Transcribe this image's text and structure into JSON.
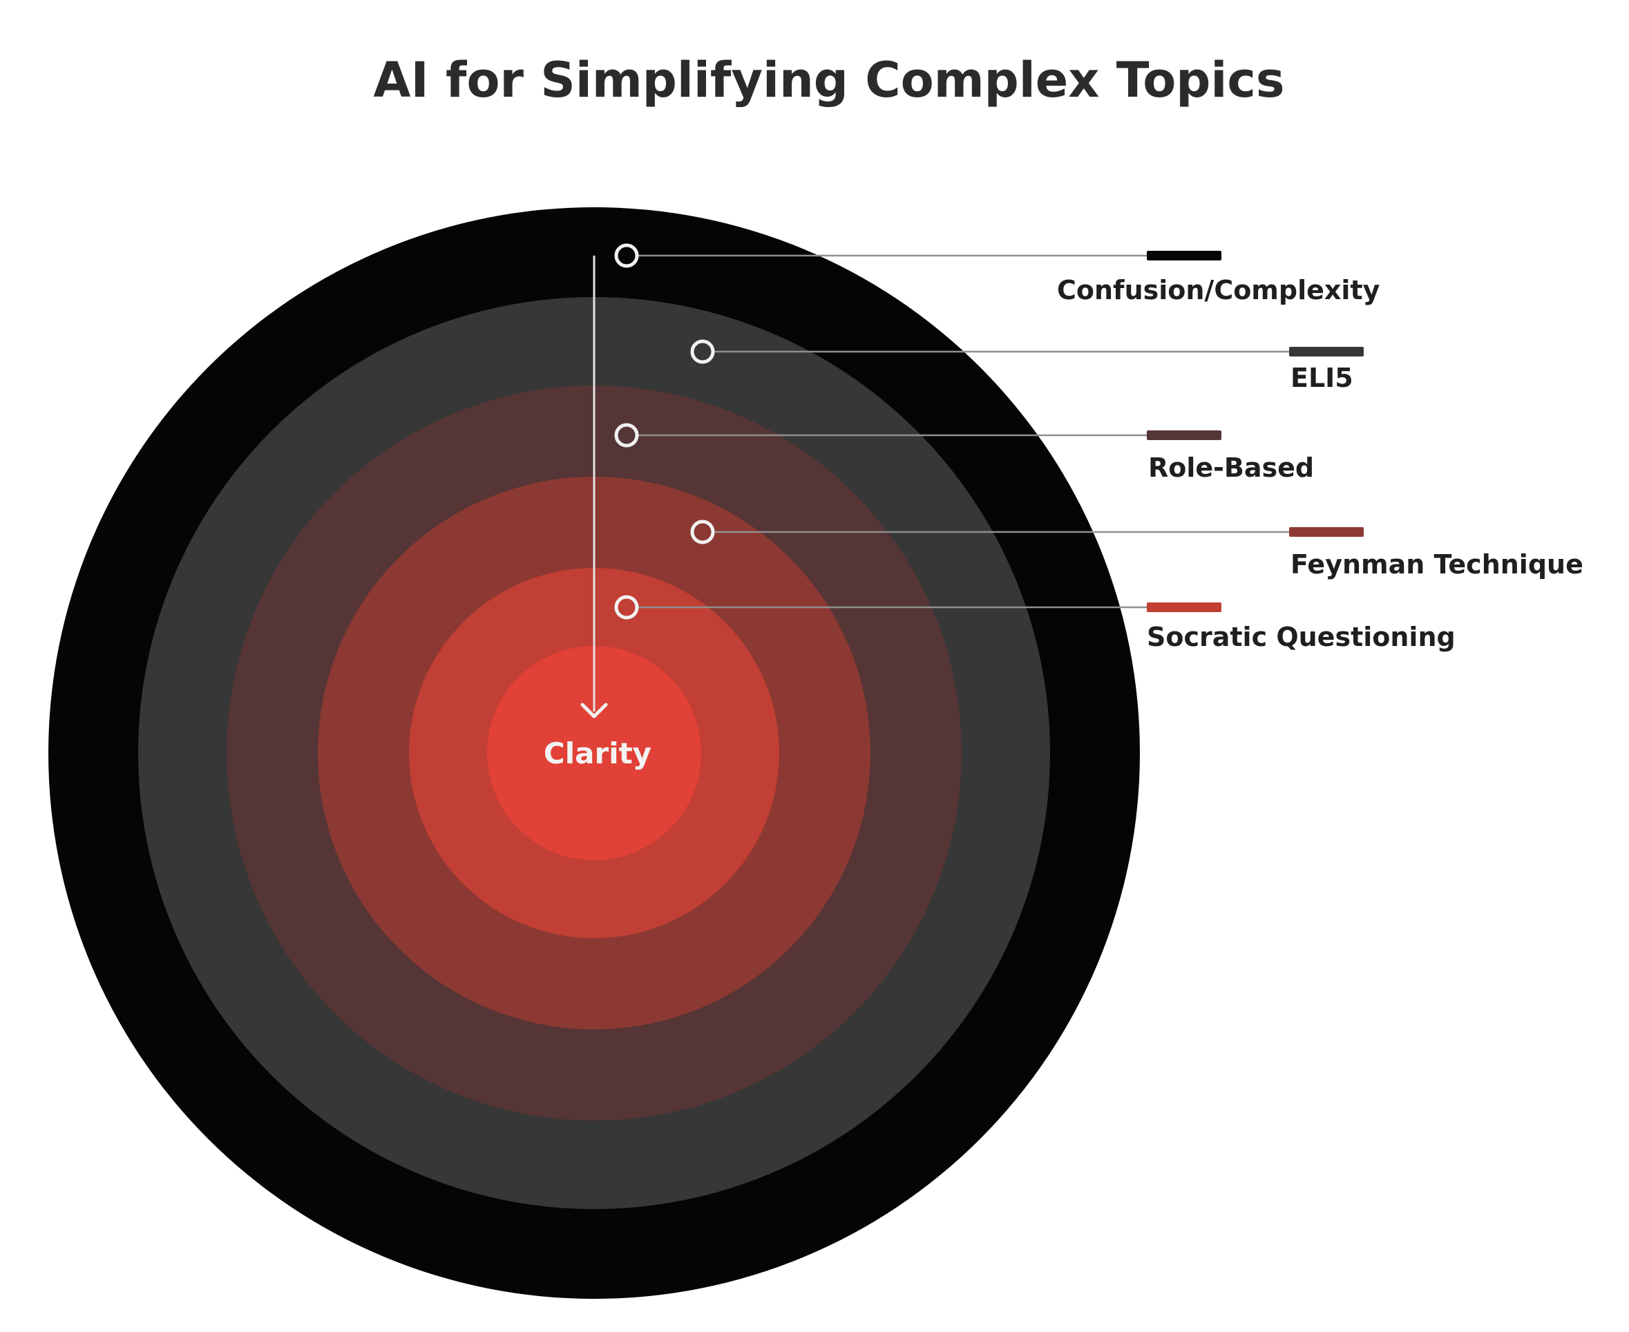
{
  "title": "AI for Simplifying Complex Topics",
  "center_label": "Clarity",
  "layers": [
    {
      "label": "Confusion/Complexity",
      "color": "#050505"
    },
    {
      "label": "ELI5",
      "color": "#373737"
    },
    {
      "label": "Role-Based",
      "color": "#553535"
    },
    {
      "label": "Feynman Technique",
      "color": "#8c3833"
    },
    {
      "label": "Socratic Questioning",
      "color": "#c13f34"
    }
  ],
  "core_color": "#e14137",
  "marker_stroke": "#f2f2f2",
  "connector_color": "#8f8f8f"
}
